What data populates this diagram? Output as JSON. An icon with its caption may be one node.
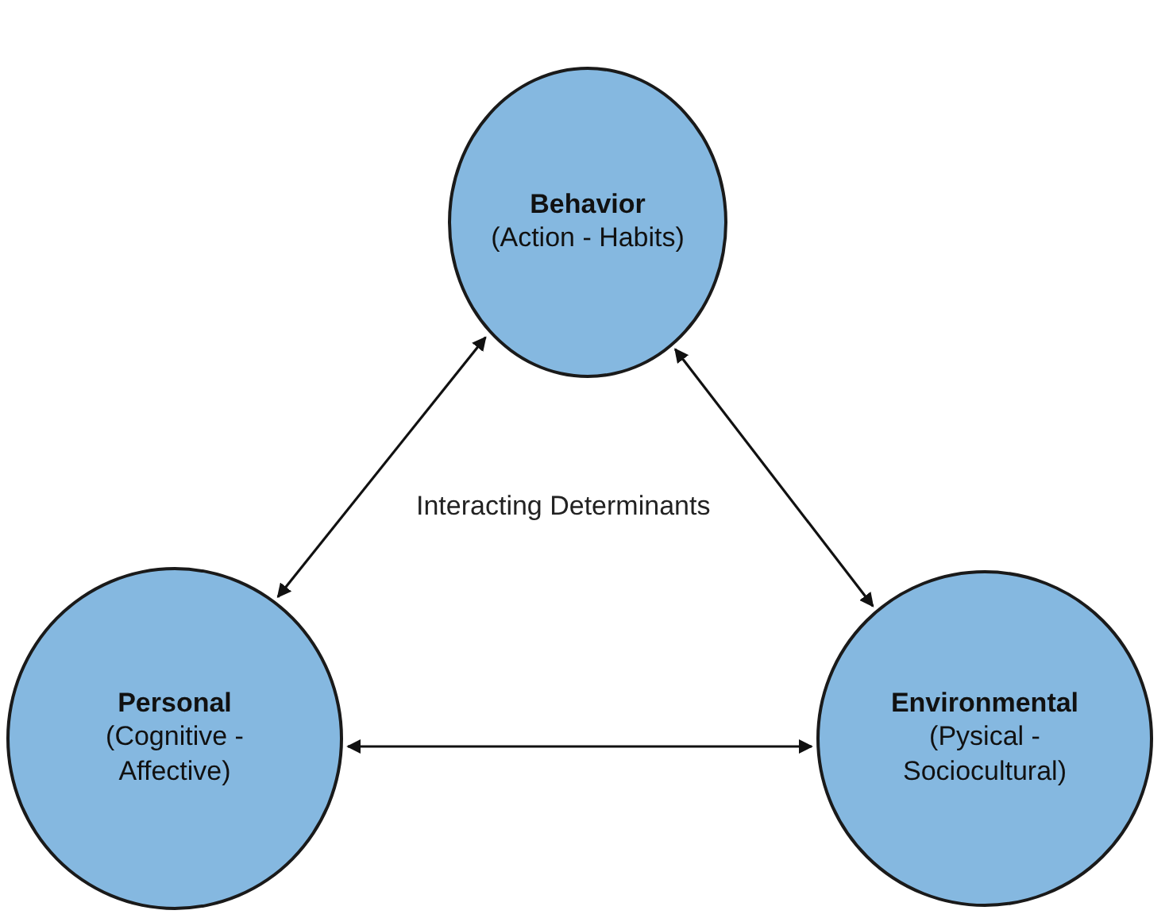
{
  "diagram": {
    "nodes": [
      {
        "text": [
          "Behavior",
          "(Action - Habits)"
        ]
      },
      {
        "text": [
          "Personal",
          "(Cognitive - Affective)"
        ]
      },
      {
        "text": [
          "Environmental",
          "(Pysical - Sociocultural)"
        ]
      }
    ],
    "edges": [
      {
        "from": 0,
        "to": 1,
        "arrow": "both"
      },
      {
        "from": 0,
        "to": 2,
        "arrow": "both"
      },
      {
        "from": 1,
        "to": 2,
        "arrow": "both"
      }
    ],
    "labels": [
      "Interacting Determinants"
    ]
  }
}
